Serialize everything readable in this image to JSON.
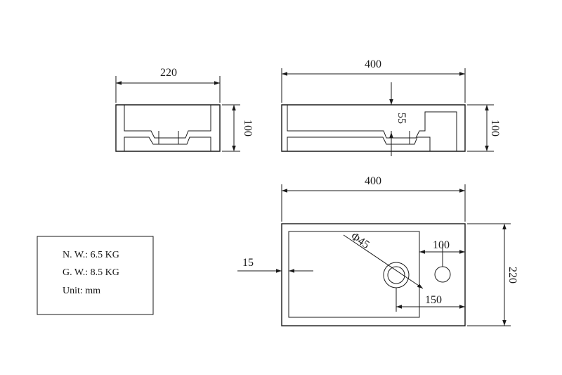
{
  "dimensions": {
    "side_width": "220",
    "side_height": "100",
    "front_width": "400",
    "front_height": "100",
    "drain_depth": "55",
    "top_width": "400",
    "top_depth": "220",
    "wall_thickness": "15",
    "drain_diameter": "Φ45",
    "tap_offset": "100",
    "drain_offset": "150"
  },
  "specs": {
    "net_weight": "N. W.: 6.5 KG",
    "gross_weight": "G. W.: 8.5 KG",
    "unit": "Unit: mm"
  },
  "colors": {
    "line": "#1a1a1a",
    "background": "#ffffff"
  }
}
